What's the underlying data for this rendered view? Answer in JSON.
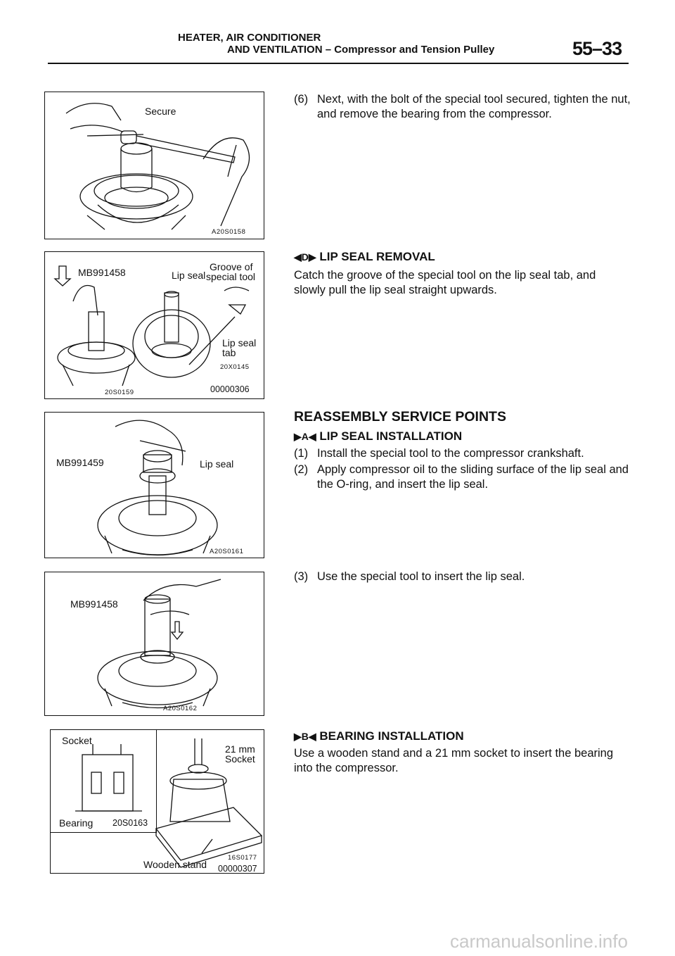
{
  "header": {
    "line1": "HEATER, AIR CONDITIONER",
    "line2": "AND VENTILATION – Compressor and Tension Pulley",
    "page_number": "55–33"
  },
  "figures": {
    "fig1": {
      "label_secure": "Secure",
      "code": "A20S0158"
    },
    "fig2": {
      "label_tool": "MB991458",
      "label_lipseal": "Lip seal",
      "label_groove1": "Groove  of",
      "label_groove2": "special tool",
      "label_tab1": "Lip seal",
      "label_tab2": "tab",
      "code_inset": "20X0145",
      "code_left": "20S0159",
      "code_main": "00000306"
    },
    "fig3": {
      "label_tool": "MB991459",
      "label_lipseal": "Lip seal",
      "code": "A20S0161"
    },
    "fig4": {
      "label_tool": "MB991458",
      "code": "A20S0162"
    },
    "fig5": {
      "label_socket": "Socket",
      "label_bearing": "Bearing",
      "code_inset": "20S0163",
      "label_mm1": "21  mm",
      "label_mm2": "Socket",
      "label_stand": "Wooden stand",
      "code_right": "16S0177",
      "code_main": "00000307"
    }
  },
  "text": {
    "step6_num": "(6)",
    "step6_body": "Next, with the bolt of the special tool secured, tighten the nut, and remove the bearing from the compressor.",
    "d_marker_left": "◀D▶",
    "d_title": "LIP SEAL REMOVAL",
    "d_body": "Catch the groove of the special tool on the lip seal tab, and slowly pull the lip seal straight upwards.",
    "reassembly_title": "REASSEMBLY SERVICE POINTS",
    "a_marker": "▶A◀",
    "a_title": "LIP SEAL INSTALLATION",
    "step1_num": "(1)",
    "step1_body": "Install the special tool to the compressor crankshaft.",
    "step2_num": "(2)",
    "step2_body": "Apply compressor oil to the sliding surface of the lip seal and the O-ring, and insert the lip seal.",
    "step3_num": "(3)",
    "step3_body": "Use the special tool to insert the lip seal.",
    "b_marker": "▶B◀",
    "b_title": "BEARING INSTALLATION",
    "b_body": "Use a wooden stand and a 21 mm socket to insert the bearing into the compressor."
  },
  "footer": {
    "watermark": "carmanualsonline.info"
  }
}
